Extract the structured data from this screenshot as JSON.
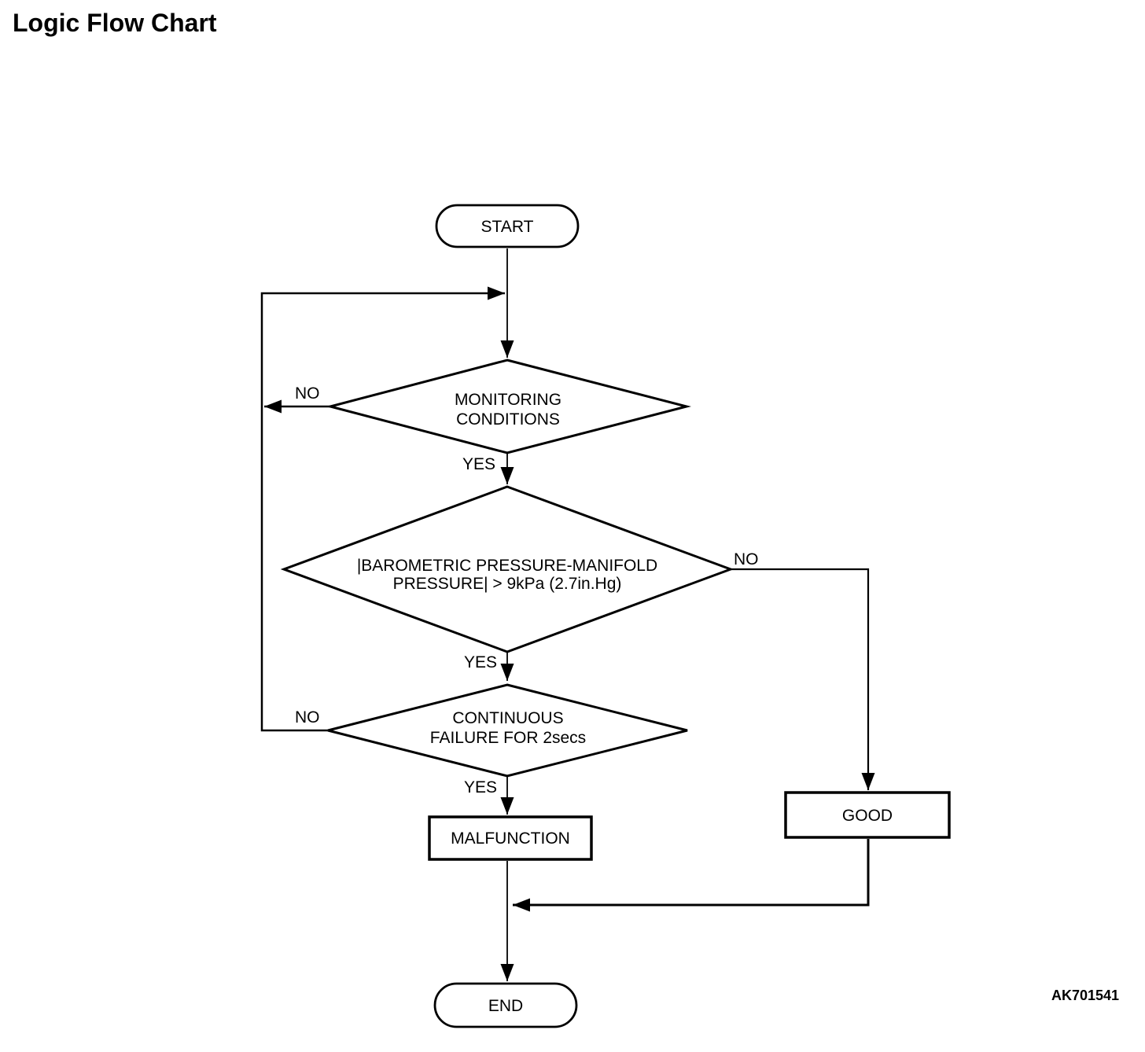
{
  "title": "Logic Flow Chart",
  "figure_code": "AK701541",
  "colors": {
    "line": "#000000",
    "text": "#000000",
    "background": "#ffffff"
  },
  "flowchart": {
    "nodes": {
      "start": {
        "type": "terminator",
        "label": "START"
      },
      "monitoring": {
        "type": "decision",
        "line1": "MONITORING",
        "line2": "CONDITIONS"
      },
      "pressure": {
        "type": "decision",
        "line1": "|BAROMETRIC PRESSURE-MANIFOLD",
        "line2": "PRESSURE| > 9kPa (2.7in.Hg)"
      },
      "continuous": {
        "type": "decision",
        "line1": "CONTINUOUS",
        "line2": "FAILURE FOR 2secs"
      },
      "malfunction": {
        "type": "process",
        "label": "MALFUNCTION"
      },
      "good": {
        "type": "process",
        "label": "GOOD"
      },
      "end": {
        "type": "terminator",
        "label": "END"
      }
    },
    "edge_labels": {
      "monitoring_no": "NO",
      "monitoring_yes": "YES",
      "pressure_no": "NO",
      "pressure_yes": "YES",
      "continuous_no": "NO",
      "continuous_yes": "YES"
    },
    "edges": [
      {
        "from": "start",
        "to": "monitoring",
        "label": ""
      },
      {
        "from": "monitoring",
        "to": "loop-back-before-monitoring",
        "label": "NO"
      },
      {
        "from": "monitoring",
        "to": "pressure",
        "label": "YES"
      },
      {
        "from": "pressure",
        "to": "good",
        "label": "NO"
      },
      {
        "from": "pressure",
        "to": "continuous",
        "label": "YES"
      },
      {
        "from": "continuous",
        "to": "loop-back-before-monitoring",
        "label": "NO"
      },
      {
        "from": "continuous",
        "to": "malfunction",
        "label": "YES"
      },
      {
        "from": "malfunction",
        "to": "end",
        "label": ""
      },
      {
        "from": "good",
        "to": "end",
        "label": ""
      }
    ]
  }
}
